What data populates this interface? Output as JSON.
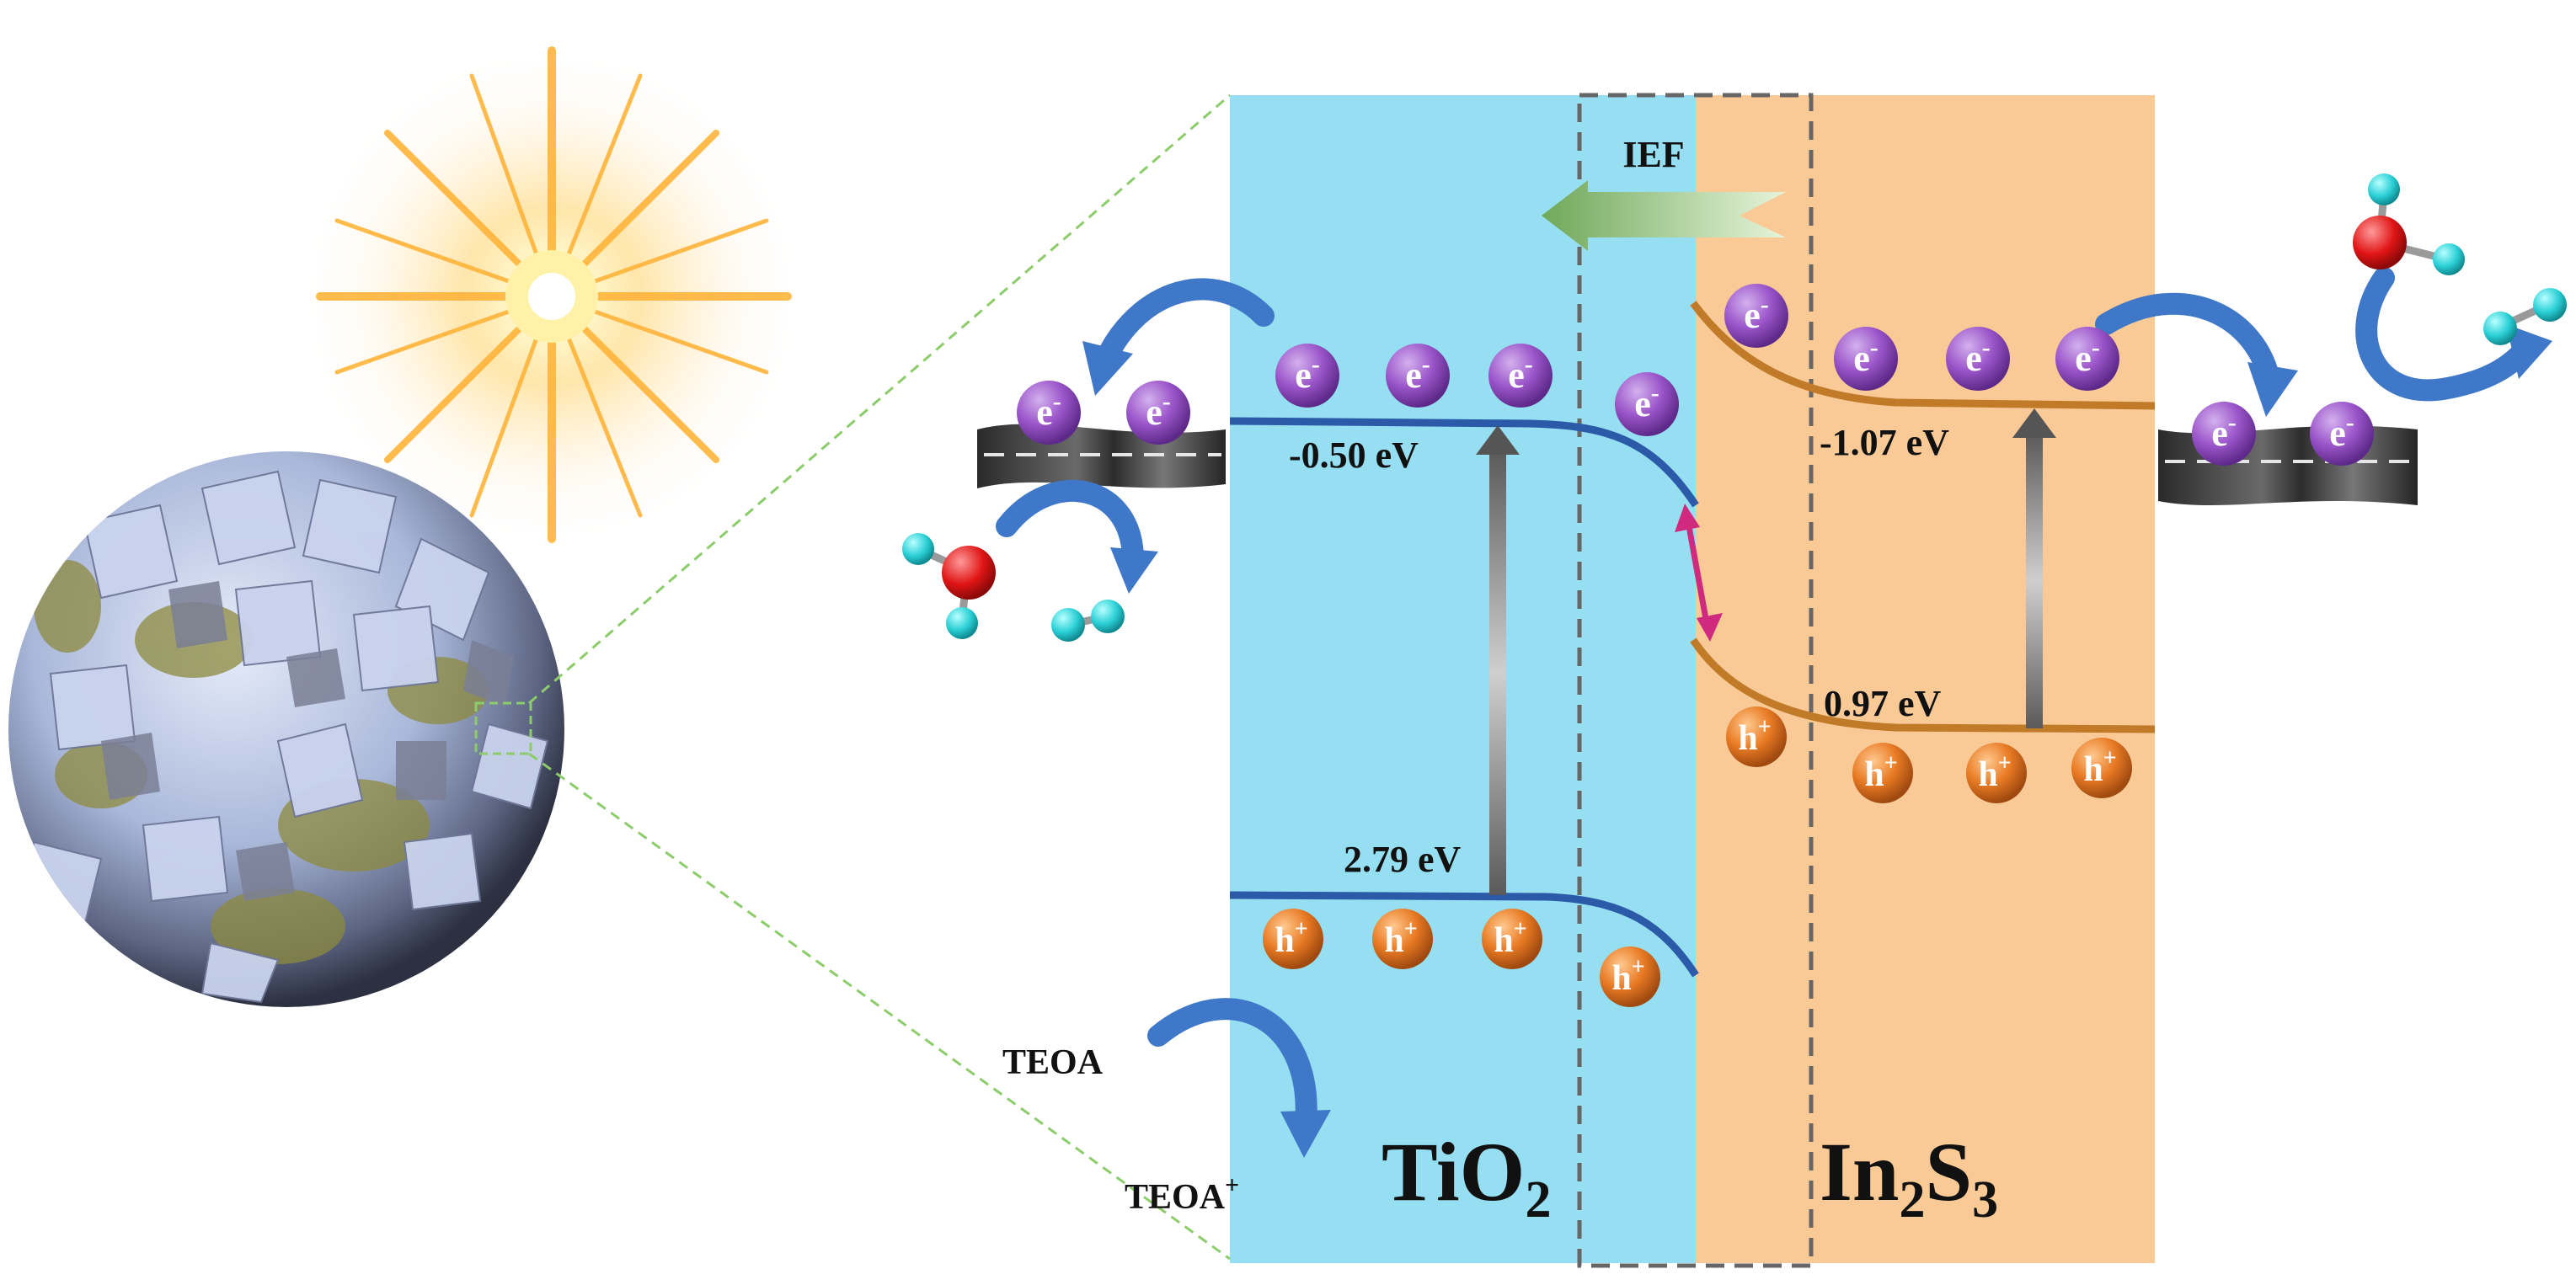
{
  "title": "",
  "labels": {
    "ief": "IEF",
    "tio2_cb": "-0.50 eV",
    "tio2_vb": "2.79 eV",
    "in2s3_cb": "-1.07 eV",
    "in2s3_vb": "0.97 eV",
    "tio2_main": "TiO",
    "tio2_sub": "2",
    "in2s3_in": "In",
    "in2s3_sub1": "2",
    "in2s3_s": "S",
    "in2s3_sub2": "3",
    "teoa": "TEOA",
    "teoa_plus_base": "TEOA",
    "teoa_plus_sup": "+"
  },
  "particles": {
    "electron_base": "e",
    "electron_sup": "-",
    "hole_base": "h",
    "hole_sup": "+"
  },
  "colors": {
    "tio2_region": "#96dff2",
    "in2s3_region": "#f9c996",
    "tio2_band": "#2a5aa8",
    "in2s3_band": "#c07a28",
    "electron": "#9b55c9",
    "hole": "#e87a24",
    "interface_arrow": "#d02a7e",
    "curved_arrow": "#3f78c8",
    "ief_arrow": "#7fb26a",
    "oxygen": "#e01515",
    "hydrogen": "#2ad0d6"
  }
}
